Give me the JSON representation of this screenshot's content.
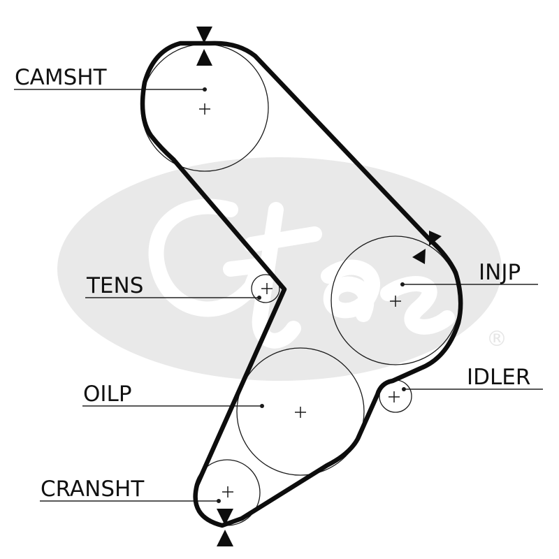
{
  "labels": {
    "camshaft": "CAMSHT",
    "tensioner": "TENS",
    "oil_pump": "OILP",
    "crankshaft": "CRANSHT",
    "injection_pump": "INJP",
    "idler": "IDLER"
  },
  "watermark": {
    "text": "Gates",
    "symbol": "®",
    "color": "#e6e6e6"
  },
  "colors": {
    "belt": "#0d0d0d",
    "lines": "#1a1a1a",
    "background": "#ffffff"
  }
}
